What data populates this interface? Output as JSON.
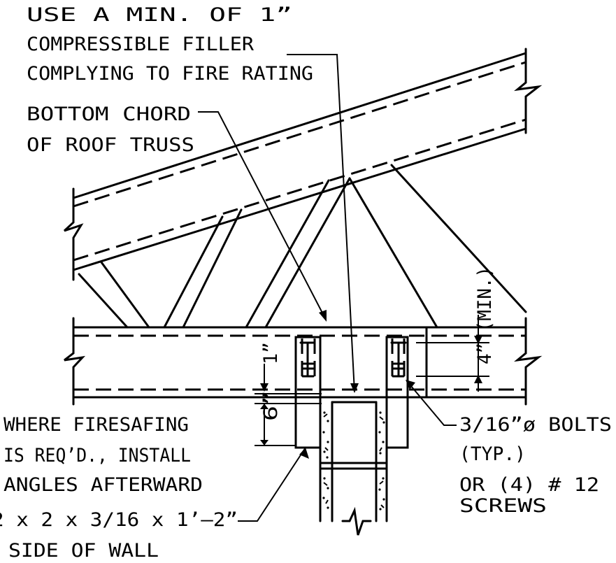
{
  "notes": {
    "filler": [
      "USE A MIN. OF 1”",
      "COMPRESSIBLE FILLER",
      "COMPLYING TO FIRE RATING"
    ],
    "chord": [
      "BOTTOM CHORD",
      "OF ROOF TRUSS"
    ],
    "firesafing": [
      "WHERE FIRESAFING",
      "IS REQ’D., INSTALL",
      "ANGLES AFTERWARD"
    ],
    "angle": [
      "2 x 2 x 3/16 x 1’–2”",
      "SIDE OF WALL"
    ],
    "bolts": [
      "3/16”ø BOLTS",
      "(TYP.)",
      "OR (4) # 12",
      "SCREWS"
    ]
  },
  "dimensions": {
    "one_inch": "1”",
    "six_inch": "6”",
    "four_inch_min": "4” (MIN.)"
  }
}
